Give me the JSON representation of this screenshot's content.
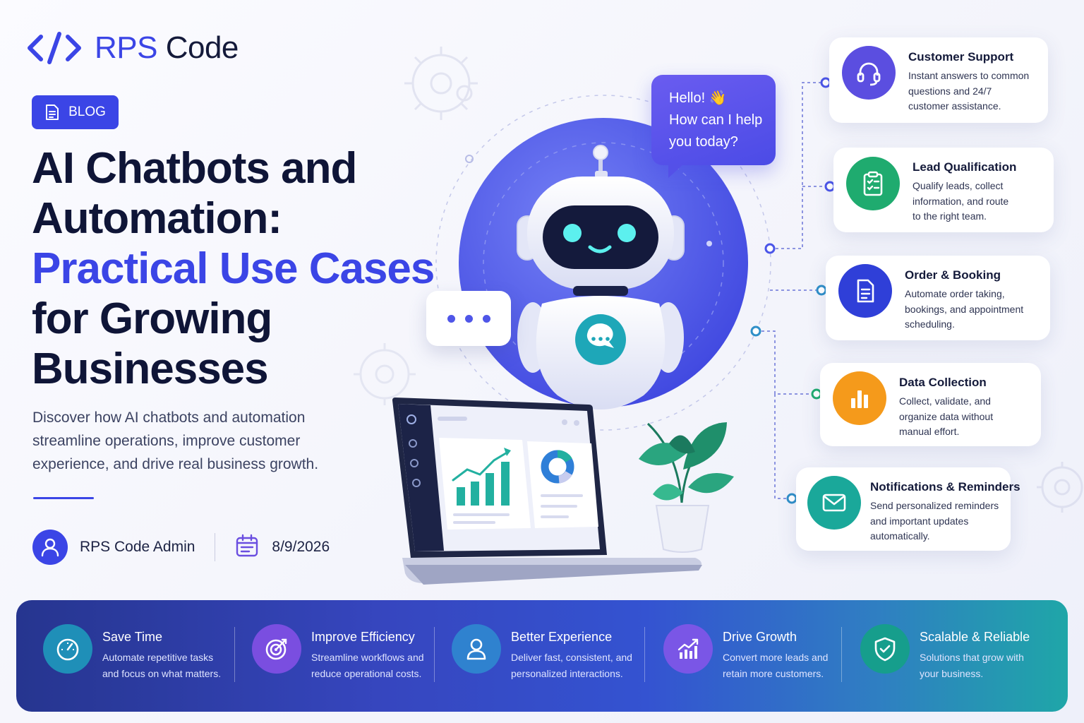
{
  "brand": {
    "logo_prefix": "RPS",
    "logo_suffix": "Code"
  },
  "badge": {
    "label": "BLOG",
    "icon": "document-icon"
  },
  "headline": {
    "line1": "AI Chatbots and",
    "line2": "Automation:",
    "line3": "Practical Use Cases",
    "line4": "for Growing",
    "line5": "Businesses"
  },
  "subtitle": {
    "line1": "Discover how AI chatbots and automation",
    "line2": "streamline operations, improve customer",
    "line3": "experience, and drive real business growth."
  },
  "meta": {
    "author": "RPS Code Admin",
    "date": "8/9/2026",
    "author_icon": "user-icon",
    "date_icon": "calendar-icon"
  },
  "chat_bubble": {
    "line1": "Hello! 👋",
    "line2": "How can I help",
    "line3": "you today?"
  },
  "use_cases": [
    {
      "title": "Customer Support",
      "icon": "headset-icon",
      "color": "#5b4ee0",
      "lines": [
        "Instant answers to common",
        "questions and 24/7",
        "customer assistance."
      ]
    },
    {
      "title": "Lead Qualification",
      "icon": "clipboard-icon",
      "color": "#1fab6f",
      "lines": [
        "Qualify leads, collect",
        "information, and route",
        "to the right team."
      ]
    },
    {
      "title": "Order & Booking",
      "icon": "document-icon",
      "color": "#2f3fd8",
      "lines": [
        "Automate order taking,",
        "bookings, and appointment",
        "scheduling."
      ]
    },
    {
      "title": "Data Collection",
      "icon": "bar-chart-icon",
      "color": "#f59a1b",
      "lines": [
        "Collect, validate, and",
        "organize data without",
        "manual effort."
      ]
    },
    {
      "title": "Notifications & Reminders",
      "icon": "mail-icon",
      "color": "#1aa89a",
      "lines": [
        "Send personalized reminders",
        "and important updates",
        "automatically."
      ]
    }
  ],
  "benefits": [
    {
      "title": "Save Time",
      "icon": "speedometer-icon",
      "color": "#1f8fb8",
      "lines": [
        "Automate repetitive tasks",
        "and focus on what matters."
      ]
    },
    {
      "title": "Improve Efficiency",
      "icon": "target-icon",
      "color": "#7a4ee0",
      "lines": [
        "Streamline workflows and",
        "reduce operational costs."
      ]
    },
    {
      "title": "Better Experience",
      "icon": "user-icon",
      "color": "#2f82cf",
      "lines": [
        "Deliver fast, consistent, and",
        "personalized interactions."
      ]
    },
    {
      "title": "Drive Growth",
      "icon": "growth-chart-icon",
      "color": "#7a56e6",
      "lines": [
        "Convert more leads and",
        "retain more customers."
      ]
    },
    {
      "title": "Scalable & Reliable",
      "icon": "shield-check-icon",
      "color": "#169e8c",
      "lines": [
        "Solutions that grow with",
        "your business."
      ]
    }
  ]
}
